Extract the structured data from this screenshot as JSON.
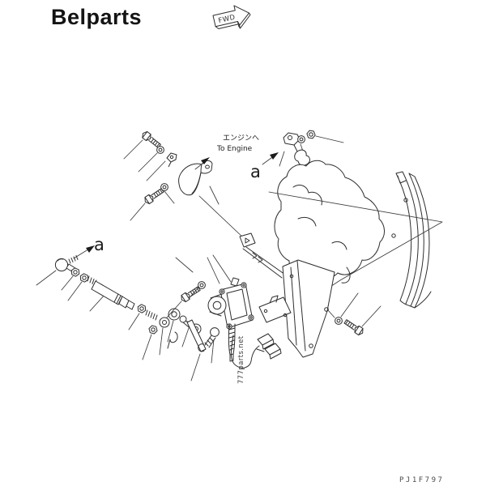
{
  "colors": {
    "background": "#ffffff",
    "line": "#2e2e2e",
    "text": "#141414",
    "arrow_fill": "#1c1c1c",
    "footer_text": "#4a4a4a"
  },
  "header": {
    "brand": "Belparts",
    "fwd_label": "FWD"
  },
  "callouts": {
    "to_engine_jp": "エンジンへ",
    "to_engine_en": "To Engine",
    "marker_upper_a": "a",
    "marker_lower_a": "a"
  },
  "watermark": {
    "text": "777parts.net"
  },
  "footer": {
    "drawing_code": "PJ1F797"
  }
}
